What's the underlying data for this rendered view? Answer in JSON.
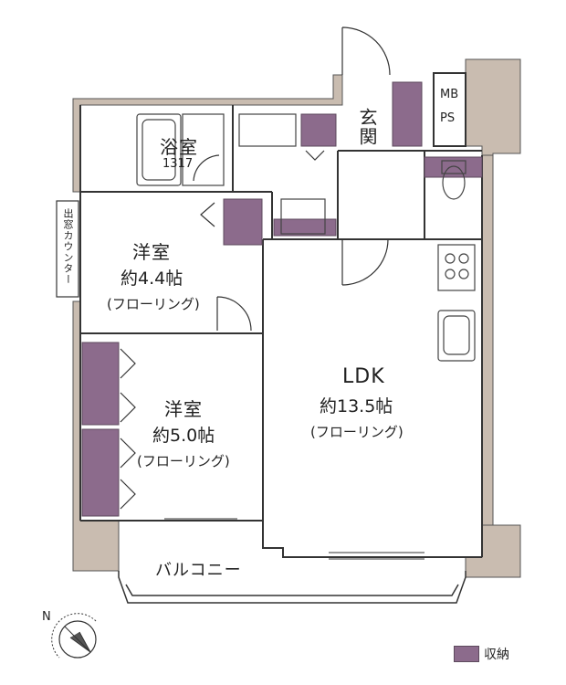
{
  "colors": {
    "wall": "#c9bcb0",
    "storage": "#8c6b8c",
    "line": "#333333"
  },
  "rooms": {
    "bath": {
      "name": "浴室",
      "size": "1317"
    },
    "entrance": {
      "name": "玄関"
    },
    "mbps": {
      "line1": "MB",
      "line2": "PS"
    },
    "window_counter": {
      "name": "出窓カウンター"
    },
    "western1": {
      "name": "洋室",
      "area": "約4.4帖",
      "floor": "(フローリング)"
    },
    "western2": {
      "name": "洋室",
      "area": "約5.0帖",
      "floor": "(フローリング)"
    },
    "ldk": {
      "name": "LDK",
      "area": "約13.5帖",
      "floor": "(フローリング)"
    },
    "balcony": {
      "name": "バルコニー"
    }
  },
  "legend": {
    "label": "収納"
  },
  "compass": {
    "label": "N",
    "icon": "north-arrow-icon"
  }
}
